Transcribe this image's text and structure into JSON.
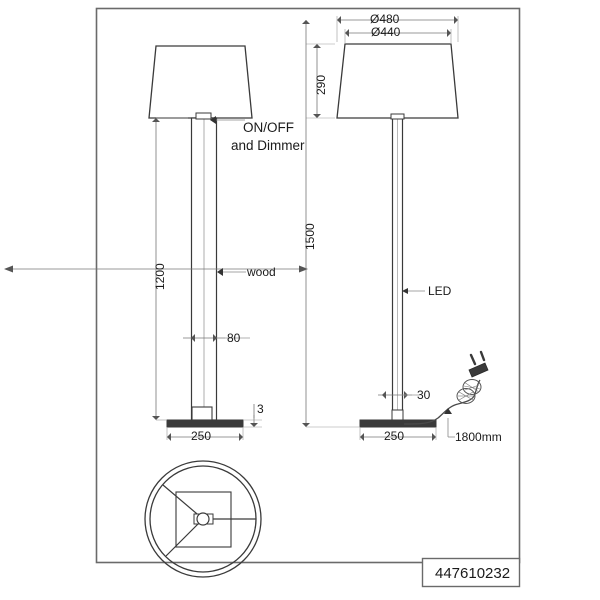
{
  "drawing": {
    "title": "floor-lamp-technical-drawing",
    "part_number": "447610232",
    "line_color": "#3a3a3a",
    "dim_color": "#555555",
    "background": "#ffffff"
  },
  "labels": {
    "on_off_line1": "ON/OFF",
    "on_off_line2": "and Dimmer",
    "wood": "wood",
    "led": "LED",
    "cord_length": "1800mm"
  },
  "dimensions": {
    "shade_outer_diameter": "Ø480",
    "shade_inner_diameter": "Ø440",
    "shade_height": "290",
    "total_height": "1500",
    "stem_height": "1200",
    "stem_width_front": "80",
    "stem_width_side": "30",
    "base_width": "250",
    "base_thickness": "3"
  },
  "views": {
    "front": "front-elevation",
    "side": "side-elevation",
    "top": "top-view"
  }
}
